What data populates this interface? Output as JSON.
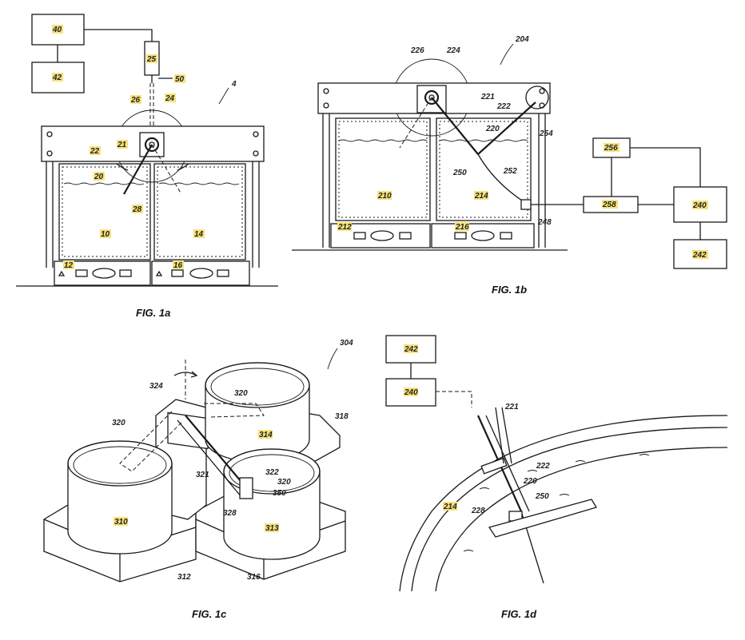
{
  "captions": {
    "fig1a": "FIG. 1a",
    "fig1b": "FIG. 1b",
    "fig1c": "FIG. 1c",
    "fig1d": "FIG. 1d"
  },
  "fig1a_labels": {
    "r40": "40",
    "r42": "42",
    "r25": "25",
    "r50": "50",
    "r4": "4",
    "r26": "26",
    "r24": "24",
    "r21": "21",
    "r22": "22",
    "r20": "20",
    "r28": "28",
    "r10": "10",
    "r14": "14",
    "r12": "12",
    "r16": "16"
  },
  "fig1b_labels": {
    "r204": "204",
    "r226": "226",
    "r224": "224",
    "r221": "221",
    "r222": "222",
    "r220": "220",
    "r254": "254",
    "r250": "250",
    "r252": "252",
    "r210": "210",
    "r214": "214",
    "r212": "212",
    "r216": "216",
    "r248": "248",
    "r256": "256",
    "r258": "258",
    "r240": "240",
    "r242": "242"
  },
  "fig1c_labels": {
    "r304": "304",
    "r324": "324",
    "r320a": "320",
    "r320b": "320",
    "r320c": "320",
    "r318": "318",
    "r314": "314",
    "r321": "321",
    "r322": "322",
    "r350": "350",
    "r328": "328",
    "r310": "310",
    "r313": "313",
    "r312": "312",
    "r316": "316"
  },
  "fig1d_labels": {
    "r242": "242",
    "r240": "240",
    "r221": "221",
    "r222": "222",
    "r220": "220",
    "r228": "228",
    "r250": "250",
    "r214": "214"
  }
}
